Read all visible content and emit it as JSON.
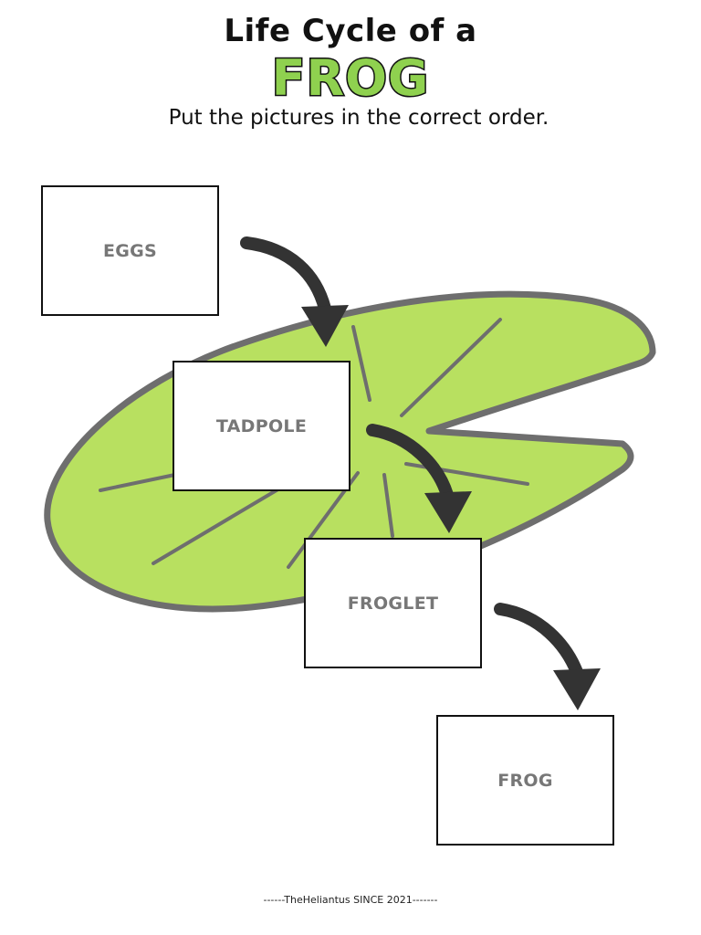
{
  "header": {
    "title": "Life Cycle of a",
    "title_highlight": "FROG",
    "instruction": "Put the pictures in the correct order."
  },
  "stages": {
    "eggs": "EGGS",
    "tadpole": "TADPOLE",
    "froglet": "FROGLET",
    "frog": "FROG"
  },
  "footer": {
    "credit": "------TheHeliantus SINCE 2021-------"
  },
  "colors": {
    "lily_pad_fill": "#b8e060",
    "lily_pad_outline": "#6e6e6e",
    "arrow": "#333333",
    "frog_title_fill": "#8fd14f",
    "label_text": "#777777"
  }
}
